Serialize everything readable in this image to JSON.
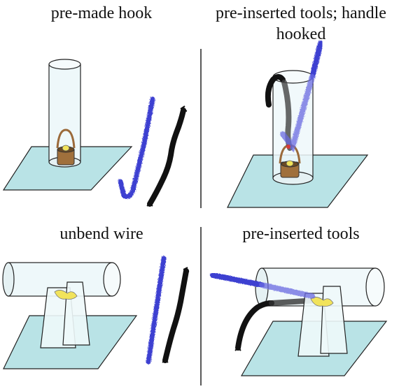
{
  "panels": {
    "top_left": {
      "caption": "pre-made hook"
    },
    "top_right": {
      "caption_line1": "pre-inserted tools; handle",
      "caption_line2": "hooked"
    },
    "bottom_left": {
      "caption": "unbend wire"
    },
    "bottom_right": {
      "caption": "pre-inserted tools"
    }
  },
  "colors": {
    "platform": "#b9e3e6",
    "tube": "#eef8fa",
    "blue_tool": "#3d3fd1",
    "black_tool": "#111111",
    "basket": "#9b6a3a",
    "food": "#f1e35b"
  }
}
